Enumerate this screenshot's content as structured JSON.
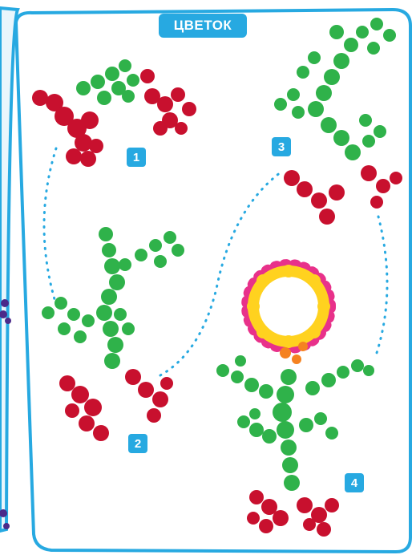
{
  "header": {
    "title": "ЦВЕТОК"
  },
  "steps": [
    {
      "label": "1"
    },
    {
      "label": "2"
    },
    {
      "label": "3"
    },
    {
      "label": "4"
    }
  ],
  "colors": {
    "frame": "#27a9e1",
    "leaf_green": "#2fb24a",
    "stem_green": "#1f9a3e",
    "root_red": "#c8102e",
    "petal_yellow": "#ffd21f",
    "petal_pink": "#e8318a",
    "center_orange": "#f58220",
    "neighbor_purple": "#4b2a8a"
  }
}
